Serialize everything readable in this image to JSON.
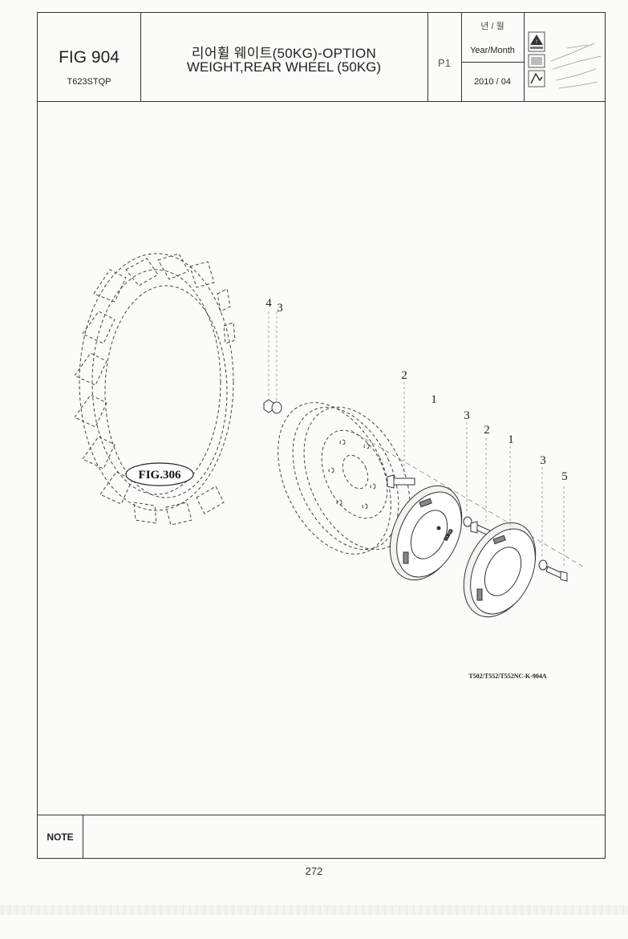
{
  "header": {
    "fig_no": "FIG 904",
    "model": "T623STQP",
    "title_ko": "리어휠 웨이트(50KG)-OPTION",
    "title_en": "WEIGHT,REAR WHEEL (50KG)",
    "page": "P1",
    "year_month_ko": "년 / 월",
    "year_month_en": "Year/Month",
    "year_month_value": "2010 / 04"
  },
  "drawing": {
    "ref_fig": "FIG.306",
    "callouts": [
      "4",
      "3",
      "2",
      "1",
      "3",
      "2",
      "1",
      "3",
      "5"
    ],
    "drawing_code": "T502/T552/T552NC-K-904A",
    "weight_mark": "50KG"
  },
  "footer": {
    "note_label": "NOTE",
    "page_number": "272"
  }
}
